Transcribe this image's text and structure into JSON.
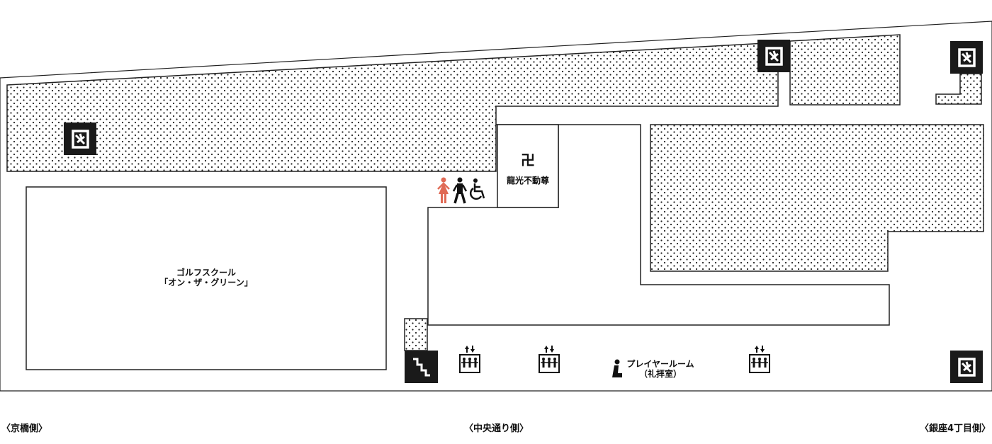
{
  "floor_map": {
    "rooms": {
      "golf_school": {
        "line1": "ゴルフスクール",
        "line2": "「オン・ザ・グリーン」"
      },
      "shrine": {
        "symbol": "卍",
        "name": "龍光不動尊"
      },
      "prayer_room": {
        "line1": "プレイヤールーム",
        "line2": "（礼拝室）"
      }
    },
    "directions": {
      "left": "〈京橋側〉",
      "center": "〈中央通り側〉",
      "right": "〈銀座4丁目側〉"
    },
    "icons": {
      "emergency_exit": "emergency-exit-icon",
      "elevator": "elevator-icon",
      "stairs": "stairs-icon",
      "restroom_women": "woman-restroom-icon",
      "restroom_men": "man-restroom-icon",
      "restroom_accessible": "wheelchair-icon",
      "prayer": "kneeling-prayer-icon"
    },
    "colors": {
      "wall": "#222222",
      "icon_box": "#1a1a1a",
      "women_icon": "#e06a55",
      "dot_pattern": "#222222"
    }
  }
}
